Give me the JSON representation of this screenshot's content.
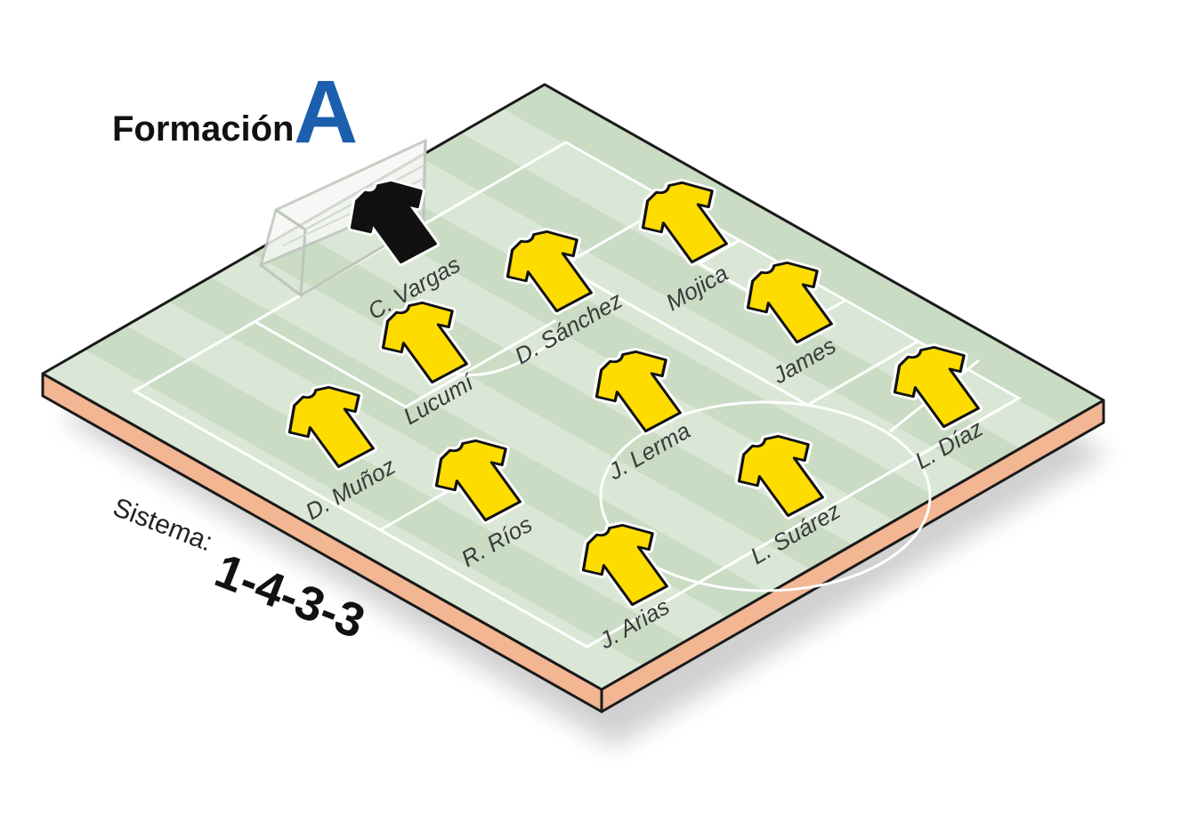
{
  "title": {
    "word": "Formación",
    "letter": "A"
  },
  "system": {
    "label": "Sistema:",
    "value": "1-4-3-3"
  },
  "colors": {
    "pitch_light": "#dbe7d6",
    "pitch_dark": "#cadcc4",
    "lines": "#ffffff",
    "base_side": "#f2b693",
    "accent_blue": "#1b5fae",
    "shirt_yellow": "#ffdc00",
    "shirt_goalkeeper": "#111111"
  },
  "players": [
    {
      "name": "C. Vargas",
      "role": "goalkeeper",
      "shirt": "black-shirt-icon"
    },
    {
      "name": "D. Sánchez",
      "role": "defender",
      "shirt": "yellow-shirt-icon"
    },
    {
      "name": "Mojica",
      "role": "defender",
      "shirt": "yellow-shirt-icon"
    },
    {
      "name": "Lucumí",
      "role": "defender",
      "shirt": "yellow-shirt-icon"
    },
    {
      "name": "D. Muñoz",
      "role": "defender",
      "shirt": "yellow-shirt-icon"
    },
    {
      "name": "James",
      "role": "midfielder",
      "shirt": "yellow-shirt-icon"
    },
    {
      "name": "J. Lerma",
      "role": "midfielder",
      "shirt": "yellow-shirt-icon"
    },
    {
      "name": "R. Ríos",
      "role": "midfielder",
      "shirt": "yellow-shirt-icon"
    },
    {
      "name": "L. Díaz",
      "role": "forward",
      "shirt": "yellow-shirt-icon"
    },
    {
      "name": "L. Suárez",
      "role": "forward",
      "shirt": "yellow-shirt-icon"
    },
    {
      "name": "J. Arias",
      "role": "forward",
      "shirt": "yellow-shirt-icon"
    }
  ]
}
